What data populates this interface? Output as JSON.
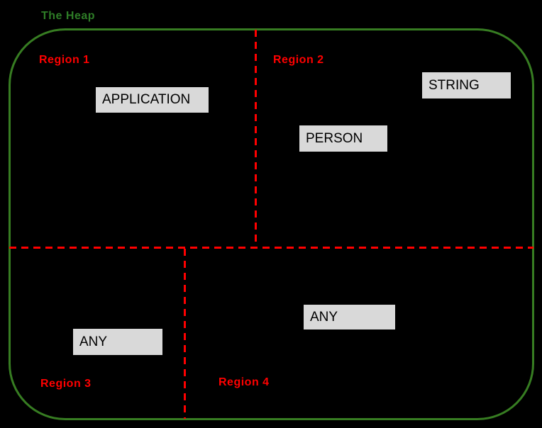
{
  "heap": {
    "title": "The Heap"
  },
  "regions": [
    {
      "label": "Region 1"
    },
    {
      "label": "Region 2"
    },
    {
      "label": "Region 3"
    },
    {
      "label": "Region 4"
    }
  ],
  "boxes": [
    {
      "label": "APPLICATION",
      "region": "Region 1"
    },
    {
      "label": "STRING",
      "region": "Region 2"
    },
    {
      "label": "PERSON",
      "region": "Region 2"
    },
    {
      "label": "ANY",
      "region": "Region 3"
    },
    {
      "label": "ANY",
      "region": "Region 4"
    }
  ],
  "colors": {
    "background": "#000000",
    "heap_border": "#377d22",
    "heap_title_text": "#2e7d27",
    "divider": "#ff0000",
    "region_label": "#ff0000",
    "box_fill": "#d9d9d9",
    "box_border": "#000000",
    "box_text": "#000000"
  }
}
